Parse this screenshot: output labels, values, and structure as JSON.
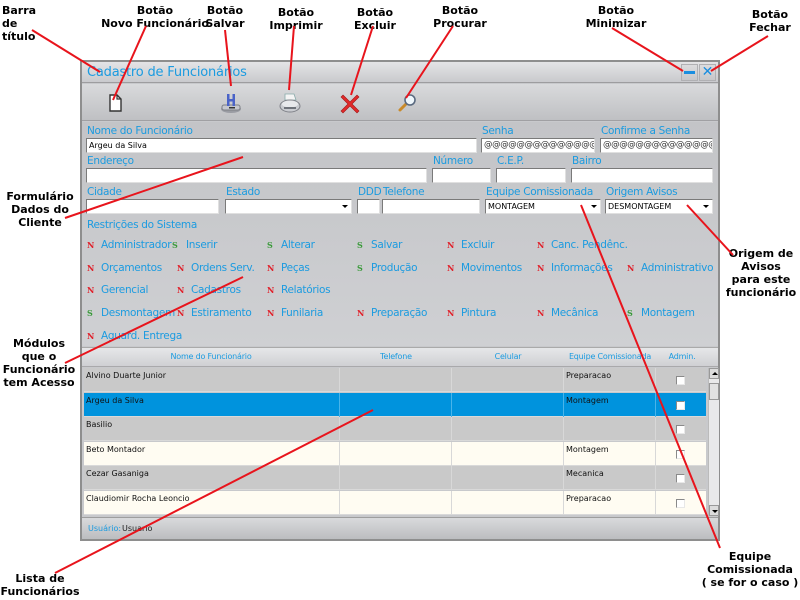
{
  "annotations": {
    "barra_titulo": "Barra de\ntítulo",
    "novo": "Botão\nNovo Funcionário",
    "salvar": "Botão\nSalvar",
    "imprimir": "Botão\nImprimir",
    "excluir": "Botão\nExcluir",
    "procurar": "Botão\nProcurar",
    "minimizar": "Botão\nMinimizar",
    "fechar": "Botão\nFechar",
    "formulario": "Formulário\nDados do\nCliente",
    "modulos": "Módulos\nque o\nFuncionário\ntem Acesso",
    "origem": "Origem de\nAvisos\npara este\nfuncionário",
    "lista": "Lista de\nFuncionários",
    "equipe": "Equipe\nComissionada\n( se for o caso )"
  },
  "window": {
    "title": "Cadastro de Funcionários",
    "accent_color": "#1b9be0",
    "selection_color": "#0093dd",
    "minimize_icon": "minimize-icon",
    "close_icon": "close-icon",
    "close_glyph": "✕"
  },
  "toolbar": {
    "buttons": [
      {
        "name": "new-employee-button",
        "icon": "new-document-icon"
      },
      {
        "name": "save-button",
        "icon": "save-disk-icon"
      },
      {
        "name": "print-button",
        "icon": "printer-icon"
      },
      {
        "name": "delete-button",
        "icon": "delete-x-icon"
      },
      {
        "name": "search-button",
        "icon": "magnifier-icon"
      }
    ]
  },
  "form": {
    "nome_label": "Nome do Funcionário",
    "nome_value": "Argeu da Silva",
    "senha_label": "Senha",
    "senha_value": "@@@@@@@@@@@@@@@@",
    "confirme_label": "Confirme a Senha",
    "confirme_value": "@@@@@@@@@@@@@@@@",
    "endereco_label": "Endereço",
    "endereco_value": "",
    "numero_label": "Número",
    "numero_value": "",
    "cep_label": "C.E.P.",
    "cep_value": "",
    "bairro_label": "Bairro",
    "bairro_value": "",
    "cidade_label": "Cidade",
    "cidade_value": "",
    "estado_label": "Estado",
    "estado_value": "",
    "ddd_label": "DDD",
    "ddd_value": "",
    "telefone_label": "Telefone",
    "telefone_value": "",
    "equipe_label": "Equipe Comissionada",
    "equipe_value": "MONTAGEM",
    "origem_label": "Origem Avisos",
    "origem_value": "DESMONTAGEM"
  },
  "restricoes": {
    "title": "Restrições do Sistema",
    "items": [
      {
        "flag": "N",
        "label": "Administrador"
      },
      {
        "flag": "S",
        "label": "Inserir"
      },
      {
        "flag": "S",
        "label": "Alterar"
      },
      {
        "flag": "S",
        "label": "Salvar"
      },
      {
        "flag": "N",
        "label": "Excluir"
      },
      {
        "flag": "N",
        "label": "Canc. Pendênc."
      },
      {
        "flag": "N",
        "label": "Orçamentos"
      },
      {
        "flag": "N",
        "label": "Ordens Serv."
      },
      {
        "flag": "N",
        "label": "Peças"
      },
      {
        "flag": "S",
        "label": "Produção"
      },
      {
        "flag": "N",
        "label": "Movimentos"
      },
      {
        "flag": "N",
        "label": "Informações"
      },
      {
        "flag": "N",
        "label": "Administrativo"
      },
      {
        "flag": "N",
        "label": "Gerencial"
      },
      {
        "flag": "N",
        "label": "Cadastros"
      },
      {
        "flag": "N",
        "label": "Relatórios"
      },
      {
        "flag": "S",
        "label": "Desmontagem"
      },
      {
        "flag": "N",
        "label": "Estiramento"
      },
      {
        "flag": "N",
        "label": "Funilaria"
      },
      {
        "flag": "N",
        "label": "Preparação"
      },
      {
        "flag": "N",
        "label": "Pintura"
      },
      {
        "flag": "N",
        "label": "Mecânica"
      },
      {
        "flag": "S",
        "label": "Montagem"
      },
      {
        "flag": "N",
        "label": "Aguard. Entrega"
      }
    ]
  },
  "grid": {
    "columns": [
      "Nome do Funcionário",
      "Telefone",
      "Celular",
      "Equipe Comissionada",
      "Admin."
    ],
    "rows": [
      {
        "nome": "Alvino Duarte Junior",
        "telefone": "",
        "celular": "",
        "equipe": "Preparacao",
        "admin": false
      },
      {
        "nome": "Argeu da Silva",
        "telefone": "",
        "celular": "",
        "equipe": "Montagem",
        "admin": false,
        "selected": true
      },
      {
        "nome": "Basilio",
        "telefone": "",
        "celular": "",
        "equipe": "",
        "admin": false
      },
      {
        "nome": "Beto Montador",
        "telefone": "",
        "celular": "",
        "equipe": "Montagem",
        "admin": false
      },
      {
        "nome": "Cezar Gasaniga",
        "telefone": "",
        "celular": "",
        "equipe": "Mecanica",
        "admin": false
      },
      {
        "nome": "Claudiomir Rocha Leoncio",
        "telefone": "",
        "celular": "",
        "equipe": "Preparacao",
        "admin": false
      }
    ]
  },
  "status": {
    "user_label": "Usuário:",
    "user_value": "Usuario"
  }
}
